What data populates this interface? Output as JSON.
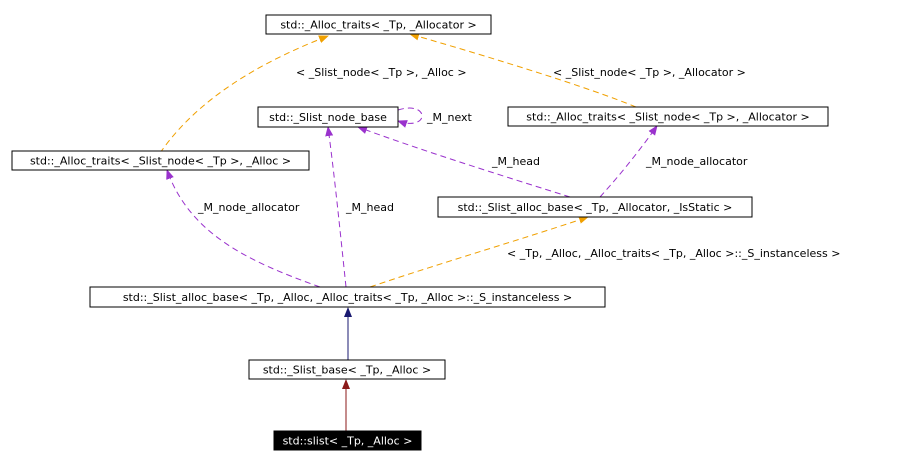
{
  "colors": {
    "template": "#f0a000",
    "member": "#9a32cd",
    "inherit_public": "#191970",
    "inherit_protected": "#8b1a1a",
    "current_fill": "#000000",
    "current_text": "#ffffff"
  },
  "nodes": {
    "alloc_traits": "std::_Alloc_traits< _Tp, _Allocator >",
    "slist_node_base": "std::_Slist_node_base",
    "alloc_traits_node_allocator": "std::_Alloc_traits< _Slist_node< _Tp >, _Allocator >",
    "alloc_traits_node_alloc": "std::_Alloc_traits< _Slist_node< _Tp >, _Alloc >",
    "slist_alloc_base_generic": "std::_Slist_alloc_base< _Tp, _Allocator, _IsStatic >",
    "slist_alloc_base_special": "std::_Slist_alloc_base< _Tp, _Alloc, _Alloc_traits< _Tp, _Alloc >::_S_instanceless >",
    "slist_base": "std::_Slist_base< _Tp, _Alloc >",
    "slist": "std::slist< _Tp, _Alloc >"
  },
  "edge_labels": {
    "tmpl_alloc": "< _Slist_node< _Tp >, _Alloc >",
    "tmpl_allocator": "< _Slist_node< _Tp >, _Allocator >",
    "m_next": "_M_next",
    "m_head_generic": "_M_head",
    "m_node_allocator_generic": "_M_node_allocator",
    "m_node_allocator_special": "_M_node_allocator",
    "m_head_special": "_M_head",
    "tmpl_instanceless": "< _Tp, _Alloc, _Alloc_traits< _Tp, _Alloc >::_S_instanceless >"
  }
}
